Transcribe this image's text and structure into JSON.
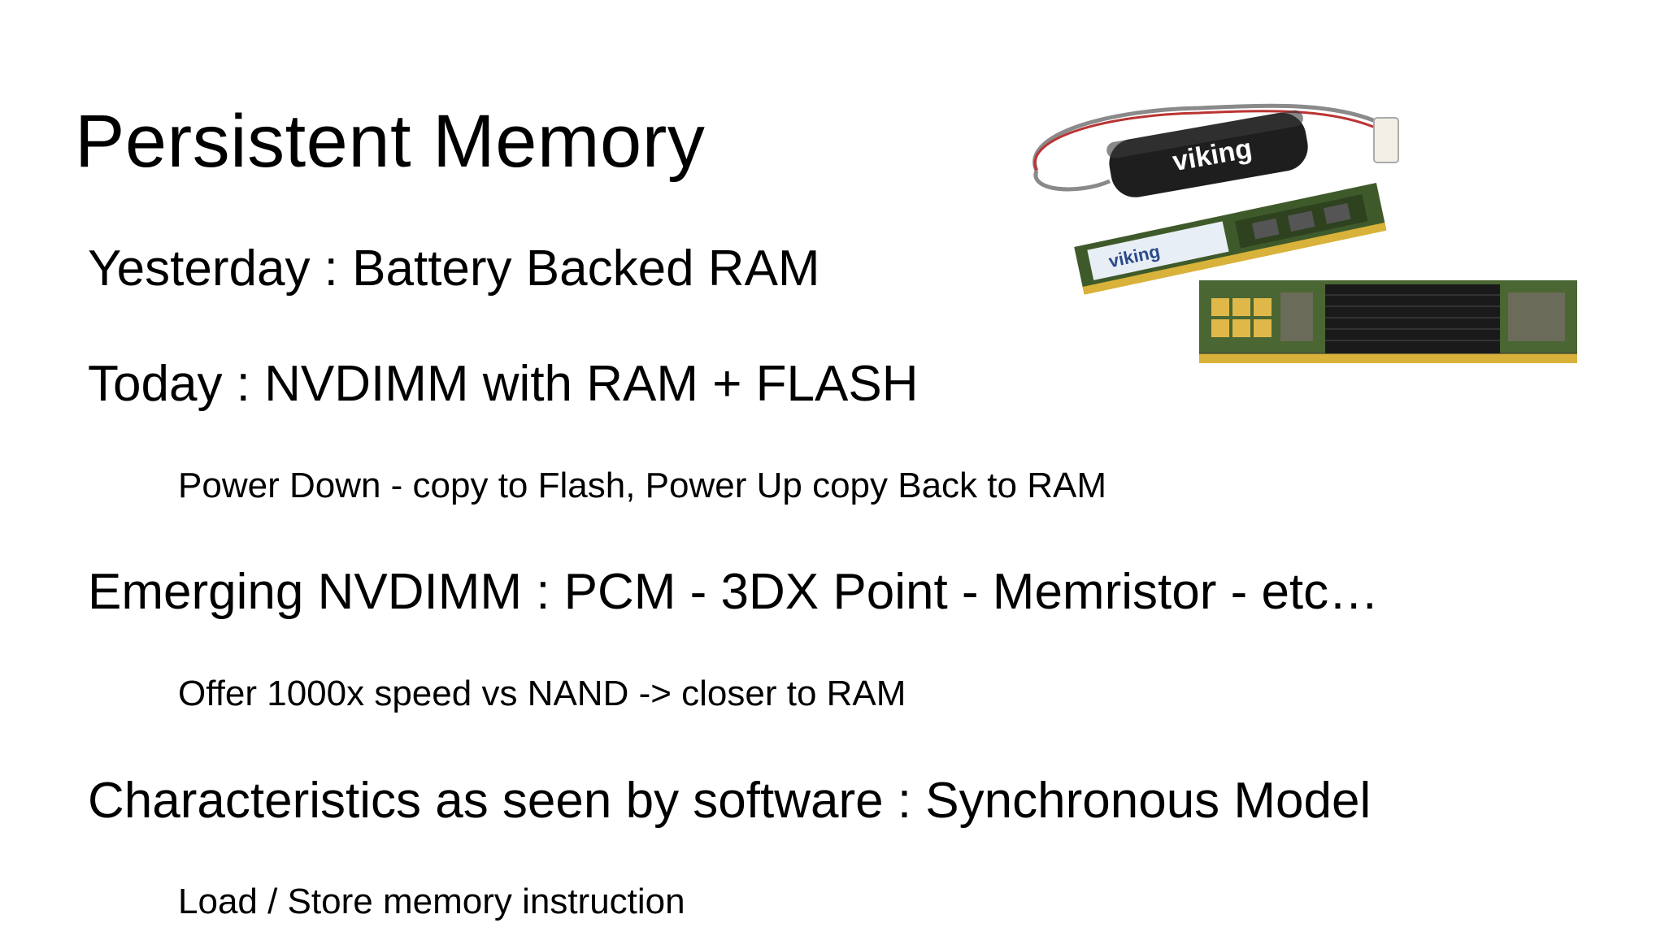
{
  "slide": {
    "title": "Persistent Memory",
    "lines": [
      "Yesterday : Battery Backed RAM",
      "Today : NVDIMM  with RAM + FLASH",
      "Power Down - copy to Flash, Power Up copy Back to RAM",
      "Emerging NVDIMM : PCM - 3DX Point - Memristor - etc…",
      "Offer 1000x speed vs NAND -> closer to RAM",
      "Characteristics as seen by software :  Synchronous Model",
      "Load / Store memory instruction"
    ]
  },
  "image": {
    "battery_brand": "viking",
    "module_brand": "viking"
  },
  "colors": {
    "pcb_green": "#3f5a2a",
    "gold": "#d8b23a",
    "heatsink": "#1a1a1a",
    "battery": "#1e1e1e"
  }
}
